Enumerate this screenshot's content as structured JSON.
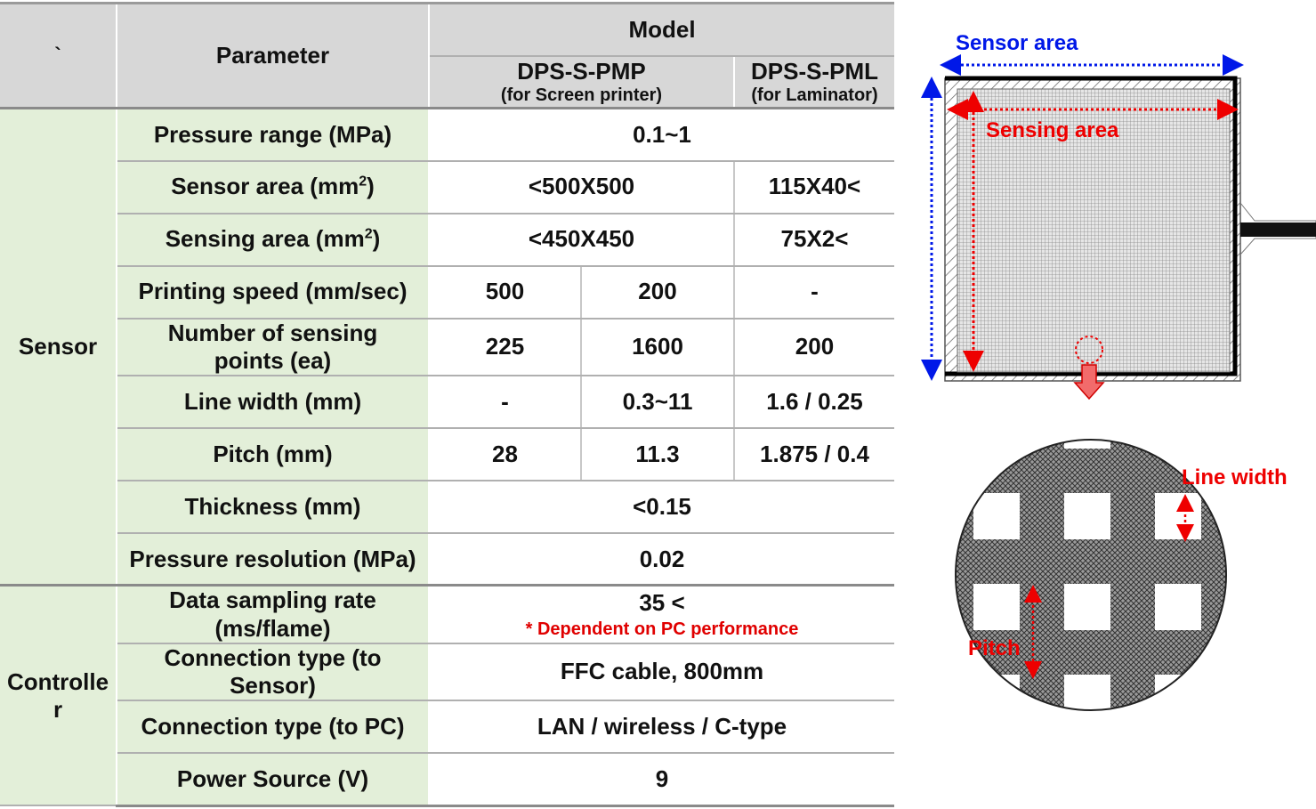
{
  "table": {
    "corner": "`",
    "parameter_header": "Parameter",
    "model_header": "Model",
    "models": [
      {
        "name": "DPS-S-PMP",
        "sub": "(for Screen printer)"
      },
      {
        "name": "DPS-S-PML",
        "sub": "(for Laminator)"
      }
    ],
    "groups": {
      "sensor": "Sensor",
      "controller": "Controlle\nr"
    },
    "rows": {
      "pressure_range": {
        "param": "Pressure range (MPa)",
        "v1": "0.1~1"
      },
      "sensor_area": {
        "param_prefix": "Sensor area (mm",
        "param_sup": "2",
        "param_suffix": ")",
        "v1": "<500X500",
        "v2": "115X40<"
      },
      "sensing_area": {
        "param_prefix": "Sensing area (mm",
        "param_sup": "2",
        "param_suffix": ")",
        "v1": "<450X450",
        "v2": "75X2<"
      },
      "printing_speed": {
        "param": "Printing  speed  (mm/sec)",
        "v1": "500",
        "v2": "200",
        "v3": "-"
      },
      "sensing_points": {
        "param": "Number  of  sensing points  (ea)",
        "v1": "225",
        "v2": "1600",
        "v3": "200"
      },
      "line_width": {
        "param": "Line  width  (mm)",
        "v1": "-",
        "v2": "0.3~11",
        "v3": "1.6  /  0.25"
      },
      "pitch": {
        "param": "Pitch  (mm)",
        "v1": "28",
        "v2": "11.3",
        "v3": "1.875  /  0.4"
      },
      "thickness": {
        "param": "Thickness  (mm)",
        "v1": "<0.15"
      },
      "pressure_resolution": {
        "param": "Pressure  resolution  (MPa)",
        "v1": "0.02"
      },
      "sampling_rate": {
        "param": "Data  sampling rate (ms/flame)",
        "v1": "35  <",
        "note": "*  Dependent on PC performance"
      },
      "conn_sensor": {
        "param": "Connection  type  (to Sensor)",
        "v1": "FFC  cable,  800mm"
      },
      "conn_pc": {
        "param": "Connection type  (to  PC)",
        "v1": "LAN  /  wireless  /  C-type"
      },
      "power": {
        "param": "Power Source (V)",
        "v1": "9"
      }
    }
  },
  "diagram": {
    "sensor_area_label": "Sensor area",
    "sensing_area_label": "Sensing area",
    "line_width_label": "Line width",
    "pitch_label": "Pitch",
    "colors": {
      "blue": "#0018e8",
      "red": "#ee0000"
    }
  }
}
